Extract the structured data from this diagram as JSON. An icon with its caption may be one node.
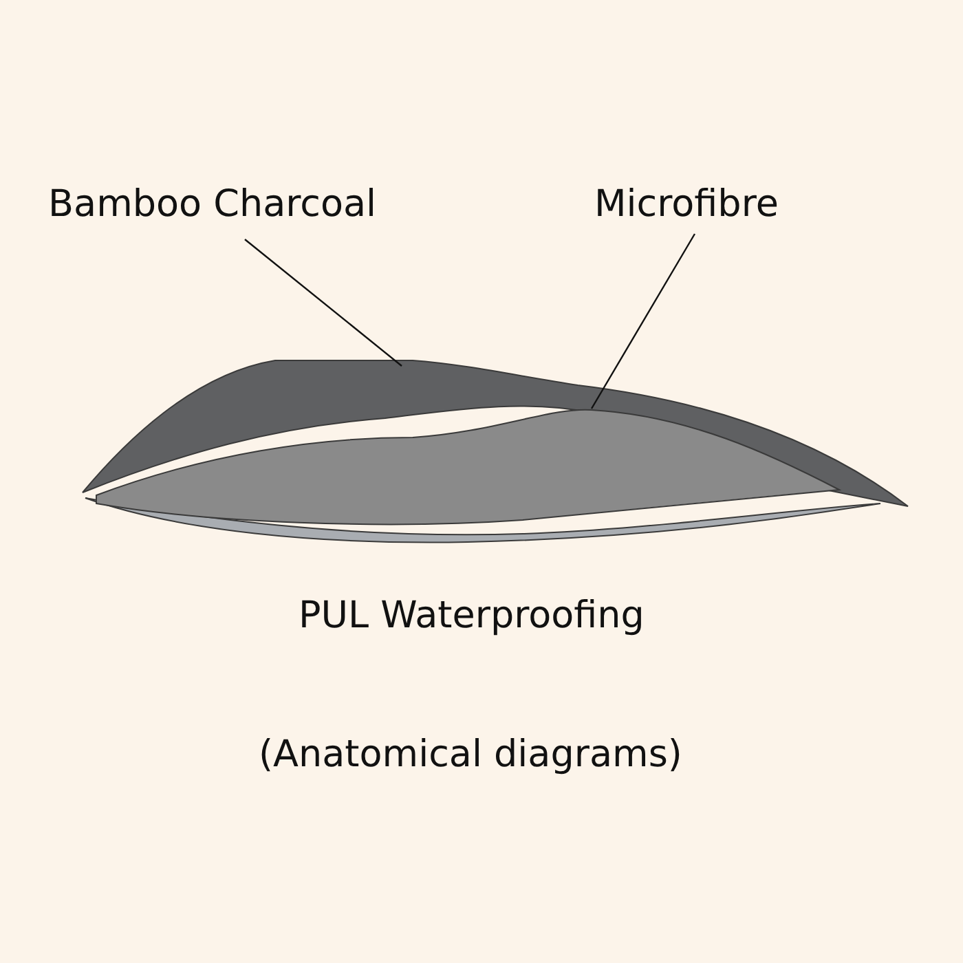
{
  "diagram": {
    "nodes": [
      {
        "text": [
          "Bamboo Charcoal"
        ]
      },
      {
        "text": [
          "Microfibre"
        ]
      },
      {
        "text": [],
        "shape": "picture"
      },
      {
        "text": [],
        "shape": "picture"
      },
      {
        "text": [],
        "shape": "picture"
      }
    ],
    "edges": [
      {
        "from": 0,
        "to": 2,
        "arrow": "none"
      },
      {
        "from": 1,
        "to": 3,
        "arrow": "none"
      }
    ],
    "labels": [
      "PUL Waterproofing",
      "(Anatomical diagrams)"
    ]
  }
}
